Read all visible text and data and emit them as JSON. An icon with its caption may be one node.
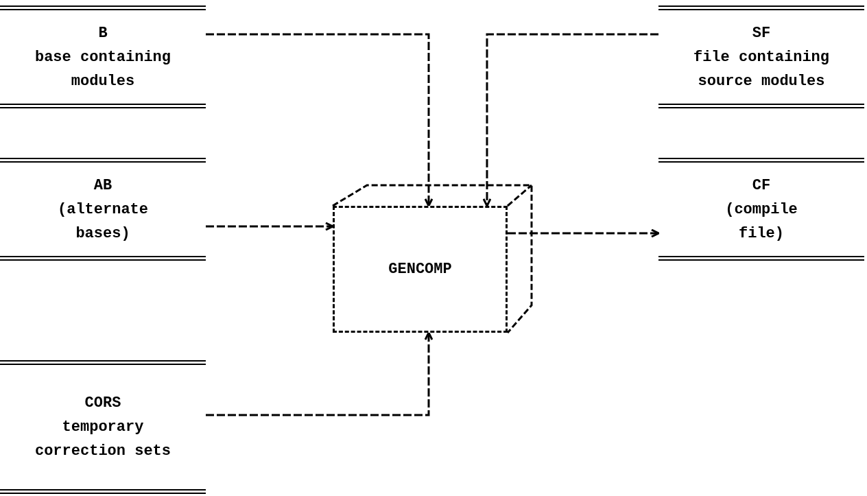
{
  "diagram": {
    "nodes": [
      {
        "text": [
          "B",
          "base containing modules"
        ]
      },
      {
        "text": [
          "SF",
          "file containing source modules"
        ]
      },
      {
        "text": [
          "AB",
          "(alternate bases)"
        ]
      },
      {
        "text": [
          "GENCOMP"
        ]
      },
      {
        "text": [
          "CF",
          "(compile file)"
        ]
      },
      {
        "text": [
          "CORS",
          "temporary correction sets"
        ]
      }
    ],
    "edges": [
      {
        "from": 0,
        "to": 3,
        "arrow": "to"
      },
      {
        "from": 1,
        "to": 3,
        "arrow": "to"
      },
      {
        "from": 2,
        "to": 3,
        "arrow": "to"
      },
      {
        "from": 3,
        "to": 4,
        "arrow": "to"
      },
      {
        "from": 5,
        "to": 3,
        "arrow": "to"
      }
    ]
  }
}
